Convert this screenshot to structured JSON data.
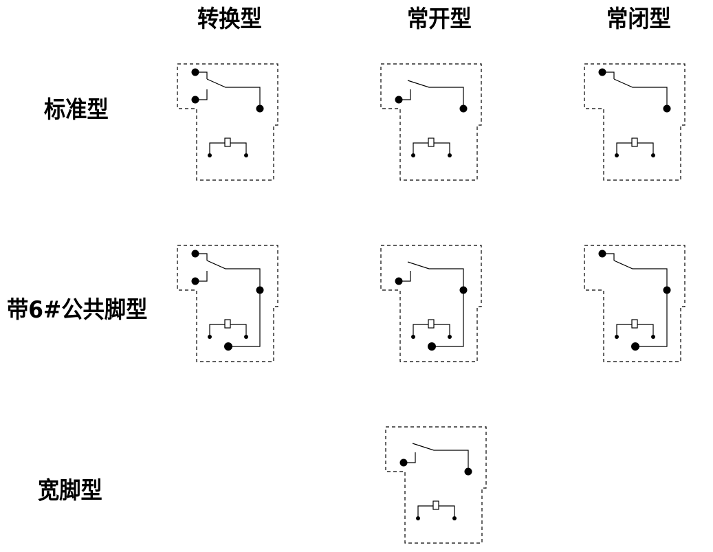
{
  "columns": {
    "changeover": "转换型",
    "normally_open": "常开型",
    "normally_closed": "常闭型"
  },
  "rows": {
    "standard": "标准型",
    "with_pin6": "带6#公共脚型",
    "wide_pin": "宽脚型"
  }
}
